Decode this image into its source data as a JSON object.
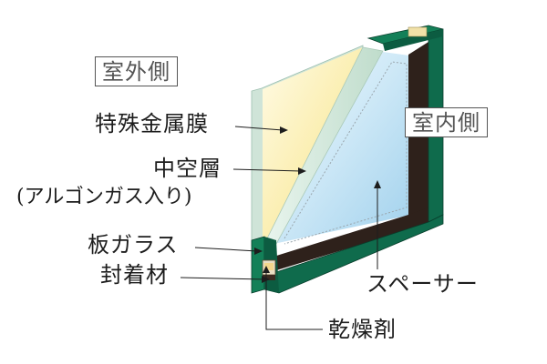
{
  "labels": {
    "exterior": "室外側",
    "interior": "室内側",
    "metal_film": "特殊金属膜",
    "hollow_layer": "中空層",
    "argon_gas": "(アルゴンガス入り)",
    "sheet_glass": "板ガラス",
    "sealant": "封着材",
    "spacer": "スペーサー",
    "desiccant": "乾燥剤"
  },
  "colors": {
    "frame_green": "#0f6b4c",
    "frame_dark": "#0a4a34",
    "spacer_dark": "#2a1d18",
    "glass_blue": "#bfe1f3",
    "film_yellow": "#fbf0b8",
    "label_text": "#1d1d1d",
    "box_border": "#555555"
  }
}
